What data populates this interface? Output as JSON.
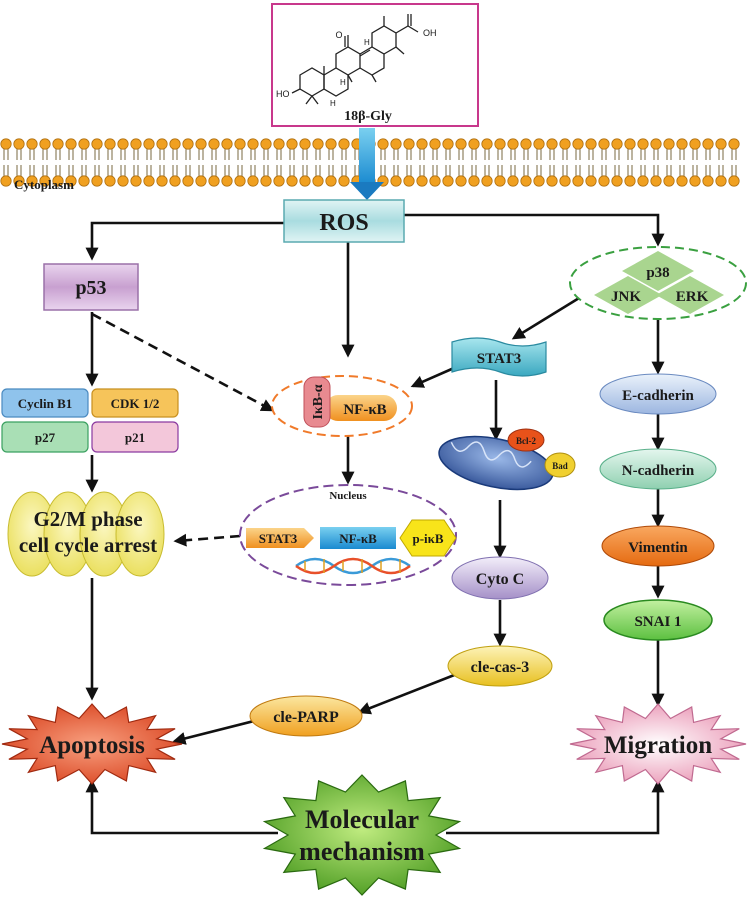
{
  "compound": {
    "name": "18β-Gly",
    "atoms": {
      "oxo": "O",
      "acid": "OH",
      "hydroxyl": "HO",
      "h1": "H",
      "h2": "H",
      "h3": "H"
    }
  },
  "membrane": {
    "label": "Cytoplasm"
  },
  "ros": {
    "label": "ROS"
  },
  "p53": {
    "label": "p53"
  },
  "mapk": {
    "p38": "p38",
    "jnk": "JNK",
    "erk": "ERK"
  },
  "cell_cycle": {
    "cyclin_b1": "Cyclin B1",
    "cdk": "CDK 1/2",
    "p27": "p27",
    "p21": "p21"
  },
  "stat3": {
    "label": "STAT3"
  },
  "nfkb_complex": {
    "ikb_alpha": "IκB-α",
    "nfkb": "NF-κB"
  },
  "nucleus": {
    "label": "Nucleus",
    "stat3": "STAT3",
    "nfkb": "NF-κB",
    "p_ikb": "p-iκB"
  },
  "arrest": {
    "line1": "G2/M phase",
    "line2": "cell cycle arrest"
  },
  "mito": {
    "bcl2": "Bcl-2",
    "bad": "Bad"
  },
  "apoptosis_chain": {
    "cyto_c": "Cyto C",
    "cle_cas3": "cle-cas-3",
    "cle_parp": "cle-PARP"
  },
  "migration_chain": {
    "e_cadherin": "E-cadherin",
    "n_cadherin": "N-cadherin",
    "vimentin": "Vimentin",
    "snai1": "SNAI 1"
  },
  "outcomes": {
    "apoptosis": "Apoptosis",
    "migration": "Migration"
  },
  "mechanism": {
    "line1": "Molecular",
    "line2": "mechanism"
  },
  "colors": {
    "compound_border": "#c8388c",
    "membrane_head": "#f0a020",
    "ros_fill": "#a9dce0",
    "p53_fill": "#c8a0d0",
    "cyclin_fill": "#8fc3ec",
    "cdk_fill": "#f6c45a",
    "p27_fill": "#a9dfb5",
    "p21_fill": "#f3c7da",
    "nfkb_ring": "#f07a2a",
    "nucleus_ring": "#7a4a9a",
    "mapk_ring": "#3aa040",
    "mapk_fill": "#a9d58f",
    "stat3_fill": "#5bc0d0",
    "arrest_fill": "#f2ec7c",
    "apoptosis_fill": "#e24a2a",
    "migration_fill": "#f0b0c8",
    "mechanism_fill": "#6ab030",
    "vimentin_fill": "#f07a1a",
    "snai1_fill": "#7ed060"
  }
}
